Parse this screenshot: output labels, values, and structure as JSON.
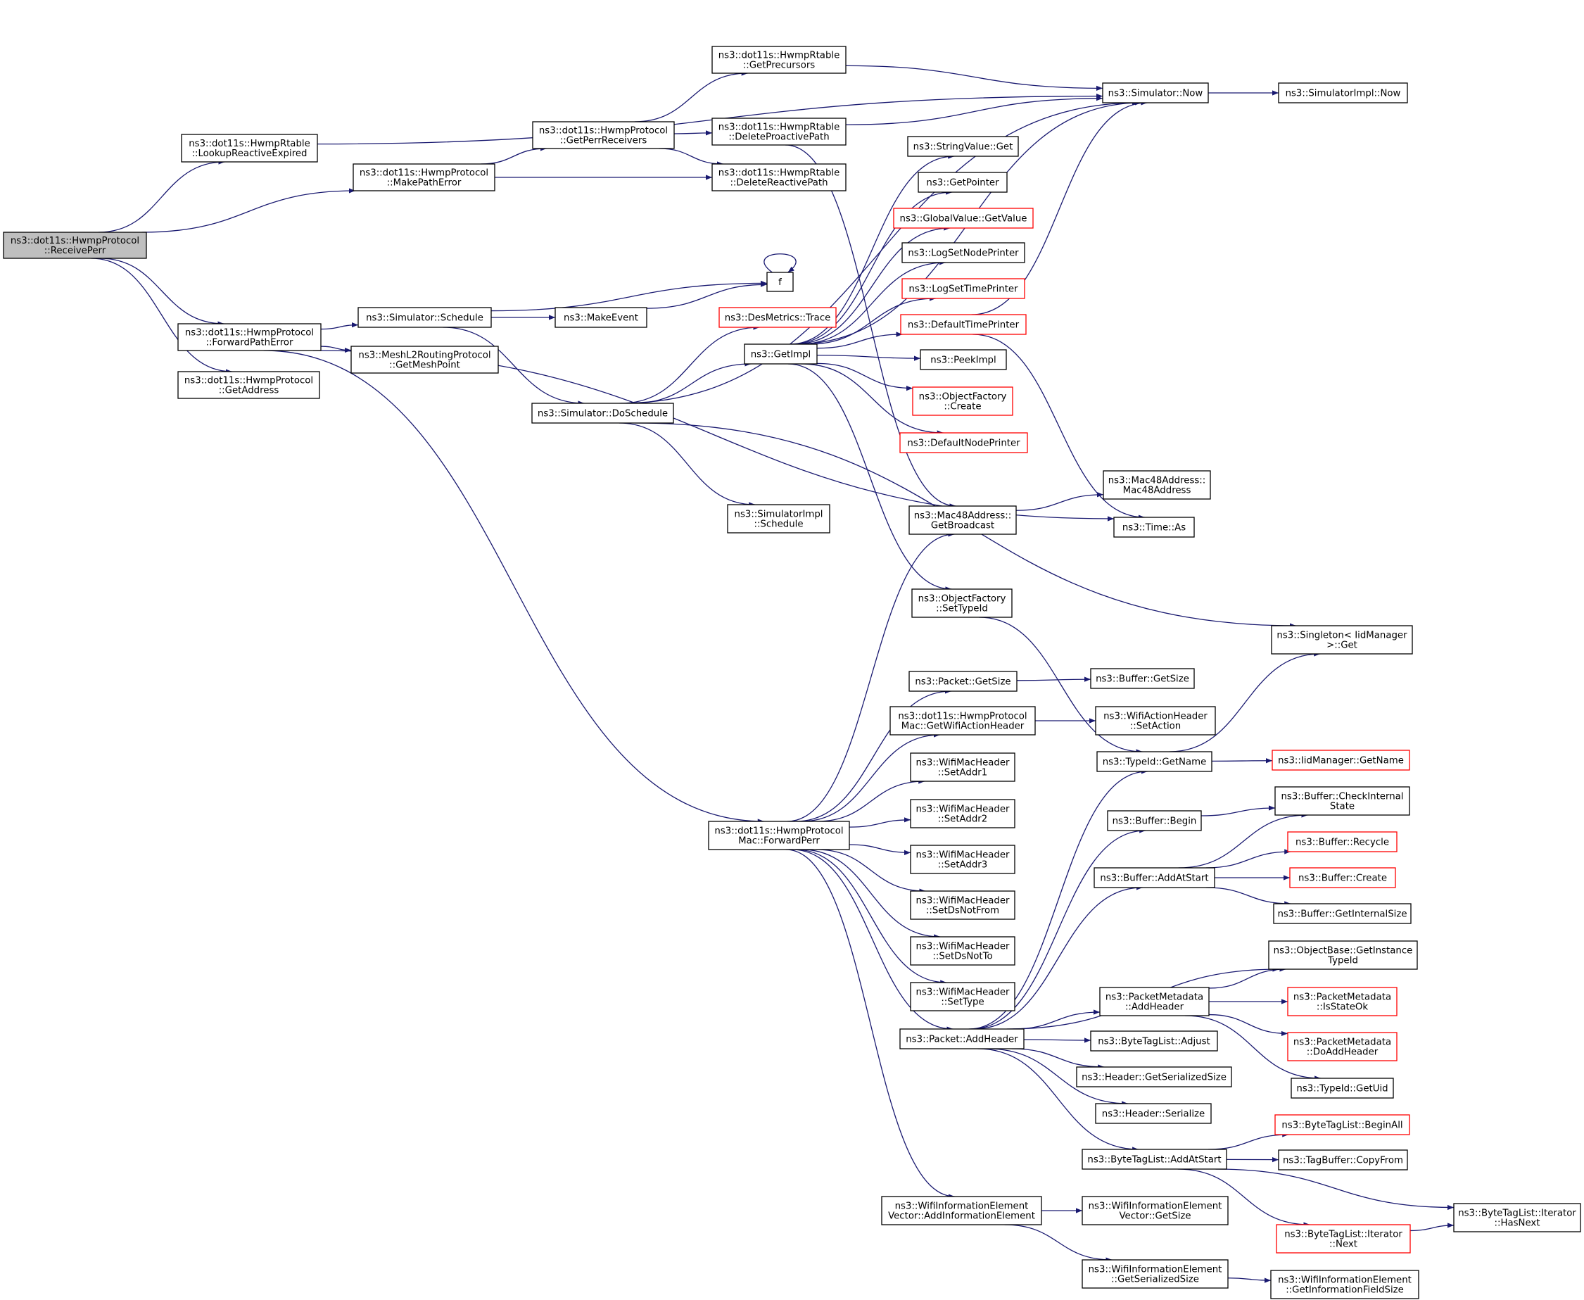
{
  "colors": {
    "edge": "#191970",
    "incomplete_border": "#ff0000",
    "root_fill": "#bfbfbf",
    "node_border": "#000000"
  },
  "nodes": [
    {
      "id": "receive_perr",
      "lines": [
        "ns3::dot11s::HwmpProtocol",
        "::ReceivePerr"
      ],
      "root": true
    },
    {
      "id": "lookup_reactive_expired",
      "lines": [
        "ns3::dot11s::HwmpRtable",
        "::LookupReactiveExpired"
      ]
    },
    {
      "id": "make_path_error",
      "lines": [
        "ns3::dot11s::HwmpProtocol",
        "::MakePathError"
      ]
    },
    {
      "id": "forward_path_error",
      "lines": [
        "ns3::dot11s::HwmpProtocol",
        "::ForwardPathError"
      ]
    },
    {
      "id": "get_address",
      "lines": [
        "ns3::dot11s::HwmpProtocol",
        "::GetAddress"
      ]
    },
    {
      "id": "get_perr_receivers",
      "lines": [
        "ns3::dot11s::HwmpProtocol",
        "::GetPerrReceivers"
      ]
    },
    {
      "id": "get_precursors",
      "lines": [
        "ns3::dot11s::HwmpRtable",
        "::GetPrecursors"
      ]
    },
    {
      "id": "delete_proactive_path",
      "lines": [
        "ns3::dot11s::HwmpRtable",
        "::DeleteProactivePath"
      ]
    },
    {
      "id": "delete_reactive_path",
      "lines": [
        "ns3::dot11s::HwmpRtable",
        "::DeleteReactivePath"
      ]
    },
    {
      "id": "simulator_now",
      "lines": [
        "ns3::Simulator::Now"
      ]
    },
    {
      "id": "simulatorimpl_now",
      "lines": [
        "ns3::SimulatorImpl::Now"
      ]
    },
    {
      "id": "string_value_get",
      "lines": [
        "ns3::StringValue::Get"
      ]
    },
    {
      "id": "get_pointer",
      "lines": [
        "ns3::GetPointer"
      ]
    },
    {
      "id": "global_value_get_value",
      "lines": [
        "ns3::GlobalValue::GetValue"
      ],
      "incomplete": true
    },
    {
      "id": "log_set_node_printer",
      "lines": [
        "ns3::LogSetNodePrinter"
      ]
    },
    {
      "id": "log_set_time_printer",
      "lines": [
        "ns3::LogSetTimePrinter"
      ],
      "incomplete": true
    },
    {
      "id": "default_time_printer",
      "lines": [
        "ns3::DefaultTimePrinter"
      ],
      "incomplete": true
    },
    {
      "id": "peek_impl",
      "lines": [
        "ns3::PeekImpl"
      ]
    },
    {
      "id": "object_factory_create",
      "lines": [
        "ns3::ObjectFactory",
        "::Create"
      ],
      "incomplete": true
    },
    {
      "id": "default_node_printer",
      "lines": [
        "ns3::DefaultNodePrinter"
      ],
      "incomplete": true
    },
    {
      "id": "f_node",
      "lines": [
        "f"
      ]
    },
    {
      "id": "simulator_schedule",
      "lines": [
        "ns3::Simulator::Schedule"
      ]
    },
    {
      "id": "make_event",
      "lines": [
        "ns3::MakeEvent"
      ]
    },
    {
      "id": "des_metrics_trace",
      "lines": [
        "ns3::DesMetrics::Trace"
      ],
      "incomplete": true
    },
    {
      "id": "get_impl",
      "lines": [
        "ns3::GetImpl"
      ]
    },
    {
      "id": "get_mesh_point",
      "lines": [
        "ns3::MeshL2RoutingProtocol",
        "::GetMeshPoint"
      ]
    },
    {
      "id": "simulator_do_schedule",
      "lines": [
        "ns3::Simulator::DoSchedule"
      ]
    },
    {
      "id": "simulatorimpl_schedule",
      "lines": [
        "ns3::SimulatorImpl",
        "::Schedule"
      ]
    },
    {
      "id": "mac48_ctor",
      "lines": [
        "ns3::Mac48Address::",
        "Mac48Address"
      ]
    },
    {
      "id": "mac48_get_broadcast",
      "lines": [
        "ns3::Mac48Address::",
        "GetBroadcast"
      ]
    },
    {
      "id": "time_as",
      "lines": [
        "ns3::Time::As"
      ]
    },
    {
      "id": "object_factory_set_type_id",
      "lines": [
        "ns3::ObjectFactory",
        "::SetTypeId"
      ]
    },
    {
      "id": "singleton_get",
      "lines": [
        "ns3::Singleton< IidManager",
        ">::Get"
      ]
    },
    {
      "id": "packet_get_size",
      "lines": [
        "ns3::Packet::GetSize"
      ]
    },
    {
      "id": "buffer_get_size",
      "lines": [
        "ns3::Buffer::GetSize"
      ]
    },
    {
      "id": "get_wifi_action_header",
      "lines": [
        "ns3::dot11s::HwmpProtocol",
        "Mac::GetWifiActionHeader"
      ]
    },
    {
      "id": "set_action",
      "lines": [
        "ns3::WifiActionHeader",
        "::SetAction"
      ]
    },
    {
      "id": "typeid_get_name",
      "lines": [
        "ns3::TypeId::GetName"
      ]
    },
    {
      "id": "iidmanager_get_name",
      "lines": [
        "ns3::IidManager::GetName"
      ],
      "incomplete": true
    },
    {
      "id": "set_addr1",
      "lines": [
        "ns3::WifiMacHeader",
        "::SetAddr1"
      ]
    },
    {
      "id": "set_addr2",
      "lines": [
        "ns3::WifiMacHeader",
        "::SetAddr2"
      ]
    },
    {
      "id": "set_addr3",
      "lines": [
        "ns3::WifiMacHeader",
        "::SetAddr3"
      ]
    },
    {
      "id": "set_ds_not_from",
      "lines": [
        "ns3::WifiMacHeader",
        "::SetDsNotFrom"
      ]
    },
    {
      "id": "set_ds_not_to",
      "lines": [
        "ns3::WifiMacHeader",
        "::SetDsNotTo"
      ]
    },
    {
      "id": "set_type",
      "lines": [
        "ns3::WifiMacHeader",
        "::SetType"
      ]
    },
    {
      "id": "forward_perr",
      "lines": [
        "ns3::dot11s::HwmpProtocol",
        "Mac::ForwardPerr"
      ]
    },
    {
      "id": "buffer_begin",
      "lines": [
        "ns3::Buffer::Begin"
      ]
    },
    {
      "id": "buffer_check_internal_state",
      "lines": [
        "ns3::Buffer::CheckInternal",
        "State"
      ]
    },
    {
      "id": "buffer_recycle",
      "lines": [
        "ns3::Buffer::Recycle"
      ],
      "incomplete": true
    },
    {
      "id": "buffer_add_at_start",
      "lines": [
        "ns3::Buffer::AddAtStart"
      ]
    },
    {
      "id": "buffer_create",
      "lines": [
        "ns3::Buffer::Create"
      ],
      "incomplete": true
    },
    {
      "id": "buffer_get_internal_size",
      "lines": [
        "ns3::Buffer::GetInternalSize"
      ]
    },
    {
      "id": "object_base_get_instance_type_id",
      "lines": [
        "ns3::ObjectBase::GetInstance",
        "TypeId"
      ]
    },
    {
      "id": "packet_metadata_add_header",
      "lines": [
        "ns3::PacketMetadata",
        "::AddHeader"
      ]
    },
    {
      "id": "packet_metadata_is_state_ok",
      "lines": [
        "ns3::PacketMetadata",
        "::IsStateOk"
      ],
      "incomplete": true
    },
    {
      "id": "packet_add_header",
      "lines": [
        "ns3::Packet::AddHeader"
      ]
    },
    {
      "id": "byte_tag_list_adjust",
      "lines": [
        "ns3::ByteTagList::Adjust"
      ]
    },
    {
      "id": "packet_metadata_do_add_header",
      "lines": [
        "ns3::PacketMetadata",
        "::DoAddHeader"
      ],
      "incomplete": true
    },
    {
      "id": "header_get_serialized_size",
      "lines": [
        "ns3::Header::GetSerializedSize"
      ]
    },
    {
      "id": "typeid_get_uid",
      "lines": [
        "ns3::TypeId::GetUid"
      ]
    },
    {
      "id": "header_serialize",
      "lines": [
        "ns3::Header::Serialize"
      ]
    },
    {
      "id": "byte_tag_list_begin_all",
      "lines": [
        "ns3::ByteTagList::BeginAll"
      ],
      "incomplete": true
    },
    {
      "id": "byte_tag_list_add_at_start",
      "lines": [
        "ns3::ByteTagList::AddAtStart"
      ]
    },
    {
      "id": "tag_buffer_copy_from",
      "lines": [
        "ns3::TagBuffer::CopyFrom"
      ]
    },
    {
      "id": "add_information_element",
      "lines": [
        "ns3::WifiInformationElement",
        "Vector::AddInformationElement"
      ]
    },
    {
      "id": "vector_get_size",
      "lines": [
        "ns3::WifiInformationElement",
        "Vector::GetSize"
      ]
    },
    {
      "id": "iterator_has_next",
      "lines": [
        "ns3::ByteTagList::Iterator",
        "::HasNext"
      ]
    },
    {
      "id": "iterator_next",
      "lines": [
        "ns3::ByteTagList::Iterator",
        "::Next"
      ],
      "incomplete": true
    },
    {
      "id": "element_get_serialized_size",
      "lines": [
        "ns3::WifiInformationElement",
        "::GetSerializedSize"
      ]
    },
    {
      "id": "element_get_information_field_size",
      "lines": [
        "ns3::WifiInformationElement",
        "::GetInformationFieldSize"
      ]
    }
  ],
  "edges": [
    [
      "receive_perr",
      "lookup_reactive_expired"
    ],
    [
      "receive_perr",
      "make_path_error"
    ],
    [
      "receive_perr",
      "forward_path_error"
    ],
    [
      "receive_perr",
      "get_address"
    ],
    [
      "lookup_reactive_expired",
      "simulator_now"
    ],
    [
      "make_path_error",
      "get_perr_receivers"
    ],
    [
      "make_path_error",
      "delete_reactive_path"
    ],
    [
      "get_perr_receivers",
      "get_precursors"
    ],
    [
      "get_perr_receivers",
      "delete_proactive_path"
    ],
    [
      "get_perr_receivers",
      "delete_reactive_path"
    ],
    [
      "get_precursors",
      "simulator_now"
    ],
    [
      "delete_proactive_path",
      "simulator_now"
    ],
    [
      "delete_proactive_path",
      "mac48_get_broadcast"
    ],
    [
      "simulator_now",
      "simulatorimpl_now"
    ],
    [
      "forward_path_error",
      "simulator_schedule"
    ],
    [
      "forward_path_error",
      "get_mesh_point"
    ],
    [
      "forward_path_error",
      "time_as"
    ],
    [
      "forward_path_error",
      "forward_perr"
    ],
    [
      "simulator_schedule",
      "f_node"
    ],
    [
      "simulator_schedule",
      "make_event"
    ],
    [
      "simulator_schedule",
      "simulator_do_schedule"
    ],
    [
      "make_event",
      "f_node"
    ],
    [
      "f_node",
      "f_node"
    ],
    [
      "simulator_do_schedule",
      "des_metrics_trace"
    ],
    [
      "simulator_do_schedule",
      "get_impl"
    ],
    [
      "simulator_do_schedule",
      "simulator_now"
    ],
    [
      "simulator_do_schedule",
      "simulatorimpl_schedule"
    ],
    [
      "simulator_do_schedule",
      "singleton_get"
    ],
    [
      "get_impl",
      "simulator_now"
    ],
    [
      "get_impl",
      "string_value_get"
    ],
    [
      "get_impl",
      "get_pointer"
    ],
    [
      "get_impl",
      "global_value_get_value"
    ],
    [
      "get_impl",
      "log_set_node_printer"
    ],
    [
      "get_impl",
      "log_set_time_printer"
    ],
    [
      "get_impl",
      "default_time_printer"
    ],
    [
      "get_impl",
      "peek_impl"
    ],
    [
      "get_impl",
      "object_factory_create"
    ],
    [
      "get_impl",
      "default_node_printer"
    ],
    [
      "get_impl",
      "object_factory_set_type_id"
    ],
    [
      "default_time_printer",
      "simulator_now"
    ],
    [
      "default_time_printer",
      "time_as"
    ],
    [
      "mac48_get_broadcast",
      "mac48_ctor"
    ],
    [
      "object_factory_set_type_id",
      "typeid_get_name"
    ],
    [
      "typeid_get_name",
      "singleton_get"
    ],
    [
      "typeid_get_name",
      "iidmanager_get_name"
    ],
    [
      "packet_get_size",
      "buffer_get_size"
    ],
    [
      "get_wifi_action_header",
      "set_action"
    ],
    [
      "forward_perr",
      "mac48_get_broadcast"
    ],
    [
      "forward_perr",
      "packet_get_size"
    ],
    [
      "forward_perr",
      "get_wifi_action_header"
    ],
    [
      "forward_perr",
      "set_addr1"
    ],
    [
      "forward_perr",
      "set_addr2"
    ],
    [
      "forward_perr",
      "set_addr3"
    ],
    [
      "forward_perr",
      "set_ds_not_from"
    ],
    [
      "forward_perr",
      "set_ds_not_to"
    ],
    [
      "forward_perr",
      "set_type"
    ],
    [
      "forward_perr",
      "packet_add_header"
    ],
    [
      "forward_perr",
      "add_information_element"
    ],
    [
      "packet_add_header",
      "typeid_get_name"
    ],
    [
      "packet_add_header",
      "buffer_begin"
    ],
    [
      "packet_add_header",
      "buffer_add_at_start"
    ],
    [
      "packet_add_header",
      "object_base_get_instance_type_id"
    ],
    [
      "packet_add_header",
      "packet_metadata_add_header"
    ],
    [
      "packet_add_header",
      "byte_tag_list_adjust"
    ],
    [
      "packet_add_header",
      "header_get_serialized_size"
    ],
    [
      "packet_add_header",
      "header_serialize"
    ],
    [
      "packet_add_header",
      "byte_tag_list_add_at_start"
    ],
    [
      "buffer_begin",
      "buffer_check_internal_state"
    ],
    [
      "buffer_add_at_start",
      "buffer_check_internal_state"
    ],
    [
      "buffer_add_at_start",
      "buffer_recycle"
    ],
    [
      "buffer_add_at_start",
      "buffer_create"
    ],
    [
      "buffer_add_at_start",
      "buffer_get_internal_size"
    ],
    [
      "packet_metadata_add_header",
      "object_base_get_instance_type_id"
    ],
    [
      "packet_metadata_add_header",
      "packet_metadata_is_state_ok"
    ],
    [
      "packet_metadata_add_header",
      "packet_metadata_do_add_header"
    ],
    [
      "packet_metadata_add_header",
      "typeid_get_uid"
    ],
    [
      "byte_tag_list_add_at_start",
      "byte_tag_list_begin_all"
    ],
    [
      "byte_tag_list_add_at_start",
      "tag_buffer_copy_from"
    ],
    [
      "byte_tag_list_add_at_start",
      "iterator_has_next"
    ],
    [
      "byte_tag_list_add_at_start",
      "iterator_next"
    ],
    [
      "iterator_next",
      "iterator_has_next"
    ],
    [
      "add_information_element",
      "vector_get_size"
    ],
    [
      "add_information_element",
      "element_get_serialized_size"
    ],
    [
      "element_get_serialized_size",
      "element_get_information_field_size"
    ]
  ]
}
